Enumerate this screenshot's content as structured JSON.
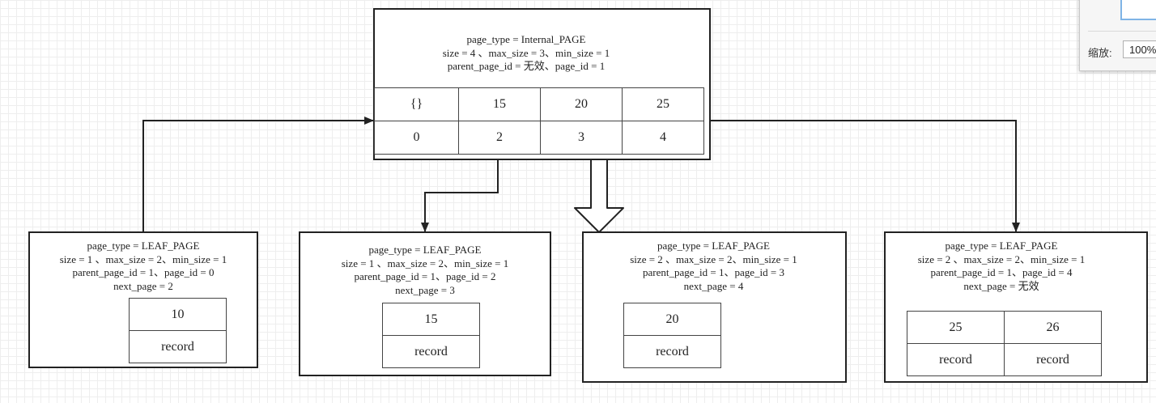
{
  "internal": {
    "info": [
      "page_type = Internal_PAGE",
      "size = 4 、max_size = 3、min_size = 1",
      "parent_page_id = 无效、page_id = 1"
    ],
    "keys": [
      "{}",
      "15",
      "20",
      "25"
    ],
    "children": [
      "0",
      "2",
      "3",
      "4"
    ]
  },
  "leaves": [
    {
      "info": [
        "page_type = LEAF_PAGE",
        "size = 1 、max_size = 2、min_size = 1",
        "parent_page_id = 1、page_id = 0",
        "next_page = 2"
      ],
      "keys": [
        "10"
      ],
      "values": [
        "record"
      ]
    },
    {
      "info": [
        "page_type = LEAF_PAGE",
        "size = 1 、max_size = 2、min_size = 1",
        "parent_page_id = 1、page_id = 2",
        "next_page = 3"
      ],
      "keys": [
        "15"
      ],
      "values": [
        "record"
      ]
    },
    {
      "info": [
        "page_type = LEAF_PAGE",
        "size = 2 、max_size = 2、min_size = 1",
        "parent_page_id = 1、page_id = 3",
        "next_page = 4"
      ],
      "keys": [
        "20"
      ],
      "values": [
        "record"
      ]
    },
    {
      "info": [
        "page_type = LEAF_PAGE",
        "size = 2 、max_size = 2、min_size = 1",
        "parent_page_id = 1、page_id = 4",
        "next_page = 无效"
      ],
      "keys": [
        "25",
        "26"
      ],
      "values": [
        "record",
        "record"
      ]
    }
  ],
  "format_panel": {
    "zoom_label": "缩放:",
    "zoom_value": "100%"
  }
}
